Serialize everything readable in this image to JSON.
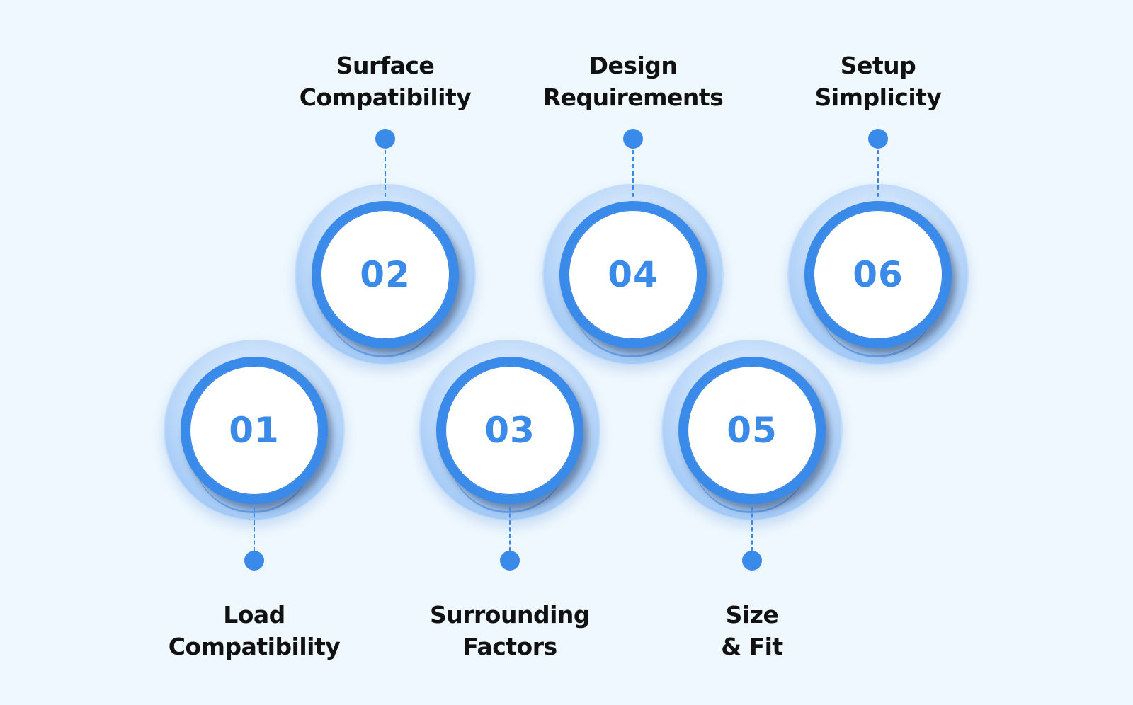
{
  "diagram": {
    "steps": [
      {
        "number": "01",
        "label_line1": "Load",
        "label_line2": "Compatibility"
      },
      {
        "number": "02",
        "label_line1": "Surface",
        "label_line2": "Compatibility"
      },
      {
        "number": "03",
        "label_line1": "Surrounding",
        "label_line2": "Factors"
      },
      {
        "number": "04",
        "label_line1": "Design",
        "label_line2": "Requirements"
      },
      {
        "number": "05",
        "label_line1": "Size",
        "label_line2": "& Fit"
      },
      {
        "number": "06",
        "label_line1": "Setup",
        "label_line2": "Simplicity"
      }
    ]
  },
  "colors": {
    "accent": "#3a8be9",
    "background": "#eff8fe",
    "text": "#111111"
  }
}
